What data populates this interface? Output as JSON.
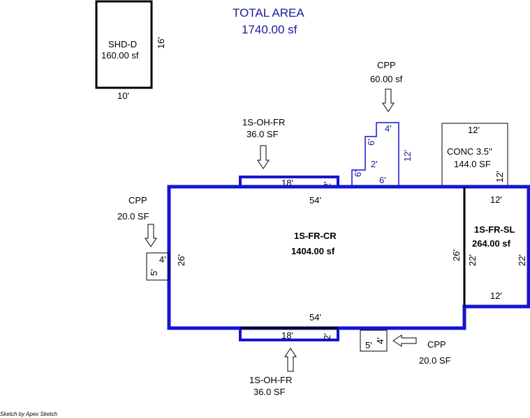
{
  "total": {
    "title": "TOTAL AREA",
    "value": "1740.00 sf"
  },
  "shed": {
    "name": "SHD-D",
    "area": "160.00 sf",
    "dim_side": "16'",
    "dim_bottom": "10'"
  },
  "main": {
    "name": "1S-FR-CR",
    "area": "1404.00 sf",
    "dim_top": "54'",
    "dim_bottom": "54'",
    "dim_left": "26'",
    "dim_right": "26'"
  },
  "sl": {
    "name": "1S-FR-SL",
    "area": "264.00 sf",
    "dim_top": "12'",
    "dim_bottom": "12'",
    "dim_left": "22'",
    "dim_right": "22'"
  },
  "conc": {
    "name": "CONC 3.5''",
    "area": "144.0 SF",
    "dim_top": "12'",
    "dim_right": "12'"
  },
  "oh_top": {
    "name": "1S-OH-FR",
    "area": "36.0 SF",
    "dim_len": "18'",
    "dim_w": "2'"
  },
  "oh_bottom": {
    "name": "1S-OH-FR",
    "area": "36.0 SF",
    "dim_len": "18'",
    "dim_w": "2'"
  },
  "cpp_top": {
    "name": "CPP",
    "area": "60.00 sf",
    "d_top": "4'",
    "d_upper": "6'",
    "d_mid": "2'",
    "d_lower": "6'",
    "d_bottom": "6'",
    "d_right": "12'"
  },
  "cpp_left": {
    "name": "CPP",
    "area": "20.0 SF",
    "d_w": "5'",
    "d_h": "4'"
  },
  "cpp_right": {
    "name": "CPP",
    "area": "20.0 SF",
    "d_w": "5'",
    "d_h": "4'"
  },
  "footer": "Sketch by Apex Sketch",
  "colors": {
    "outline_blue": "#1414d2",
    "text_blue": "#1a1a9c",
    "black": "#000000"
  }
}
